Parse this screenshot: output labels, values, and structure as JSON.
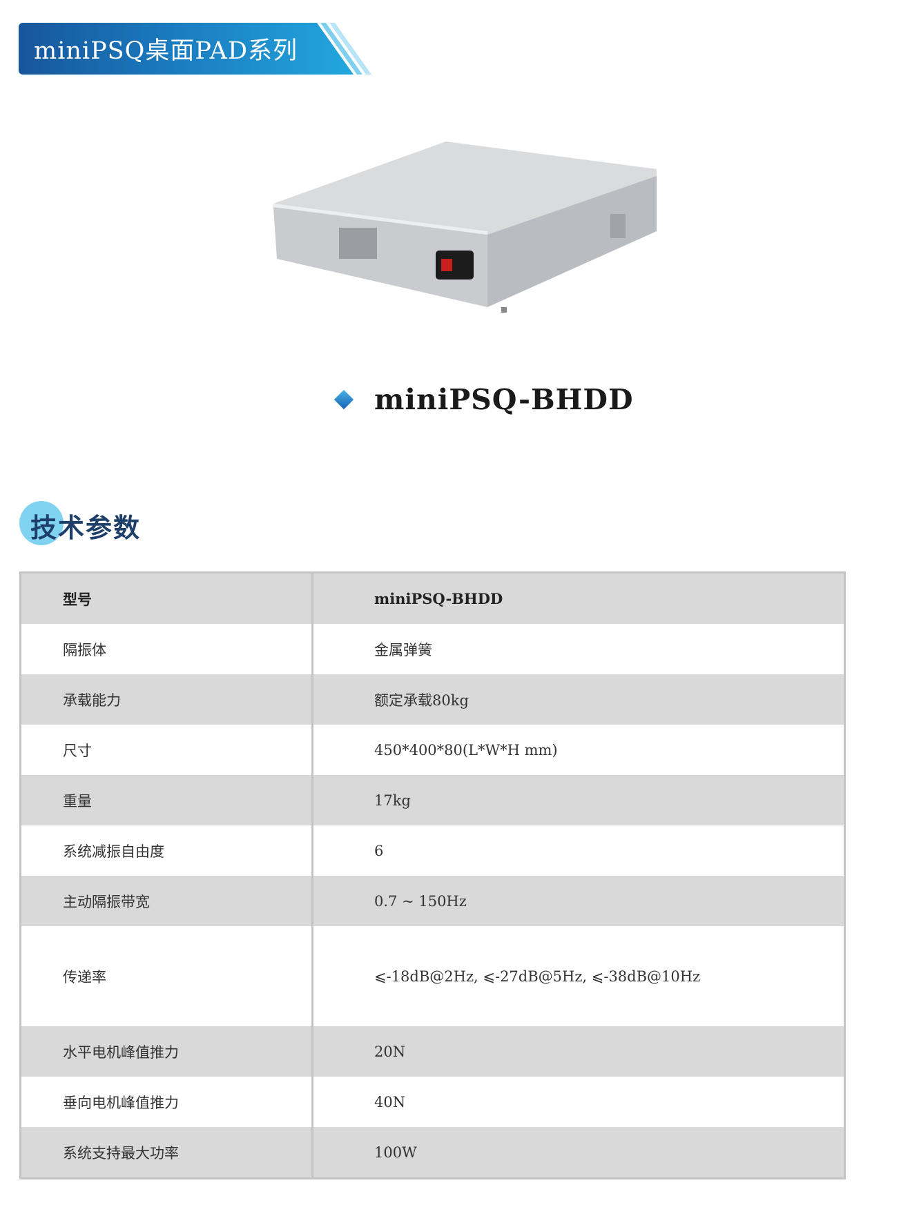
{
  "header": {
    "title": "miniPSQ桌面PAD系列"
  },
  "product": {
    "model": "miniPSQ-BHDD"
  },
  "section": {
    "title": "技术参数"
  },
  "specs": {
    "rows": [
      {
        "label": "型号",
        "value": "miniPSQ-BHDD"
      },
      {
        "label": "隔振体",
        "value": "金属弹簧"
      },
      {
        "label": "承载能力",
        "value": "额定承载80kg"
      },
      {
        "label": "尺寸",
        "value": "450*400*80(L*W*H mm)"
      },
      {
        "label": "重量",
        "value": "17kg"
      },
      {
        "label": "系统减振自由度",
        "value": "6"
      },
      {
        "label": "主动隔振带宽",
        "value": "0.7 ~ 150Hz"
      },
      {
        "label": "传递率",
        "value": "⩽-18dB@2Hz, ⩽-27dB@5Hz, ⩽-38dB@10Hz"
      },
      {
        "label": "水平电机峰值推力",
        "value": "20N"
      },
      {
        "label": "垂向电机峰值推力",
        "value": "40N"
      },
      {
        "label": "系统支持最大功率",
        "value": "100W"
      }
    ]
  }
}
